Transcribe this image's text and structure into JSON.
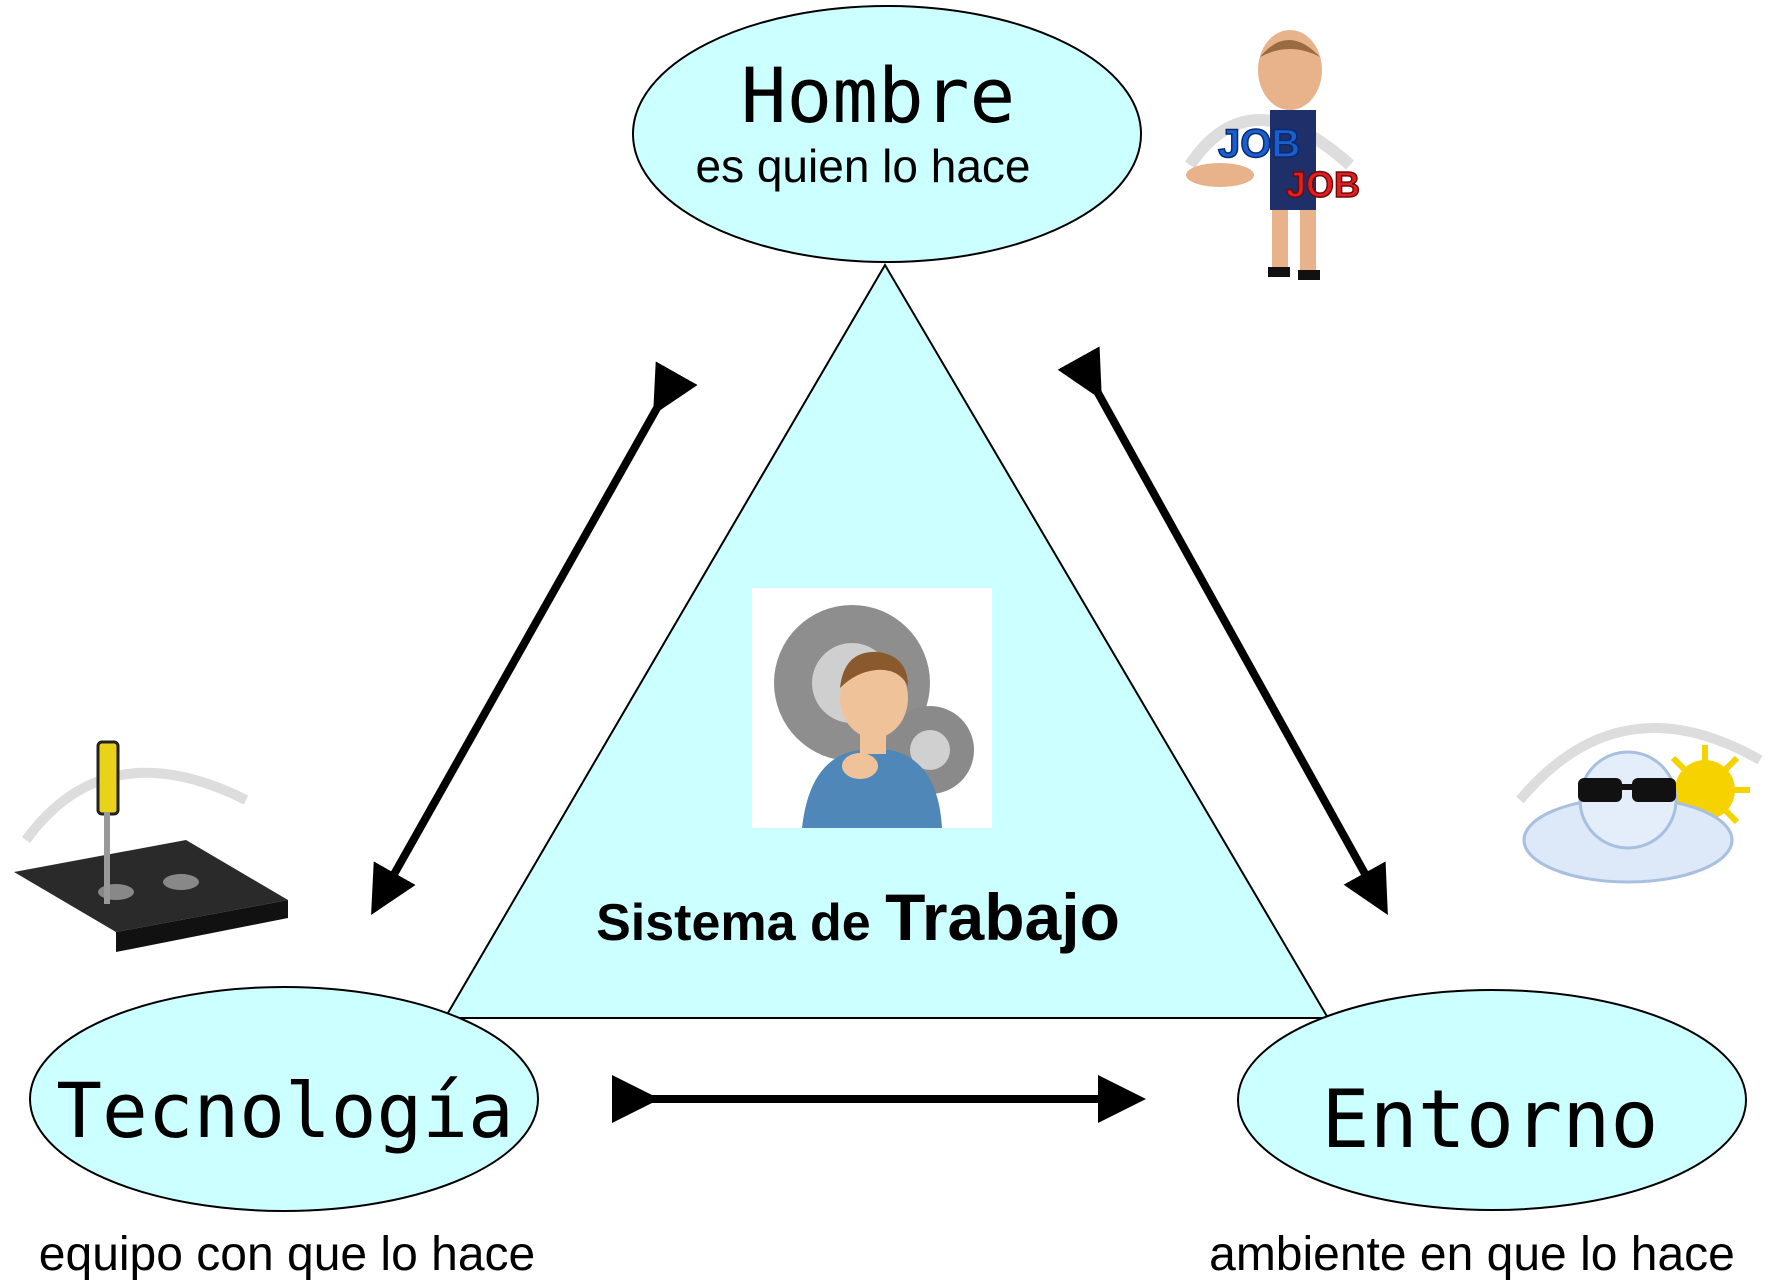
{
  "diagram": {
    "center": {
      "label_small": "Sistema de ",
      "label_large": "Trabajo",
      "icon": "thinking-man-gears-icon"
    },
    "nodes": {
      "hombre": {
        "title": "Hombre",
        "subtitle": "es quien lo hace",
        "icon": "job-man-icon"
      },
      "tecnologia": {
        "title": "Tecnología",
        "subtitle": "equipo con que lo hace",
        "icon": "screwdriver-cassette-icon"
      },
      "entorno": {
        "title": "Entorno",
        "subtitle": "ambiente en que lo hace",
        "icon": "sun-cloud-sunglasses-icon"
      }
    },
    "icon_badges": {
      "job_1": "JOB",
      "job_2": "JOB"
    },
    "colors": {
      "node_fill": "#ccffff",
      "triangle_fill": "#ccffff",
      "stroke": "#000000"
    }
  }
}
